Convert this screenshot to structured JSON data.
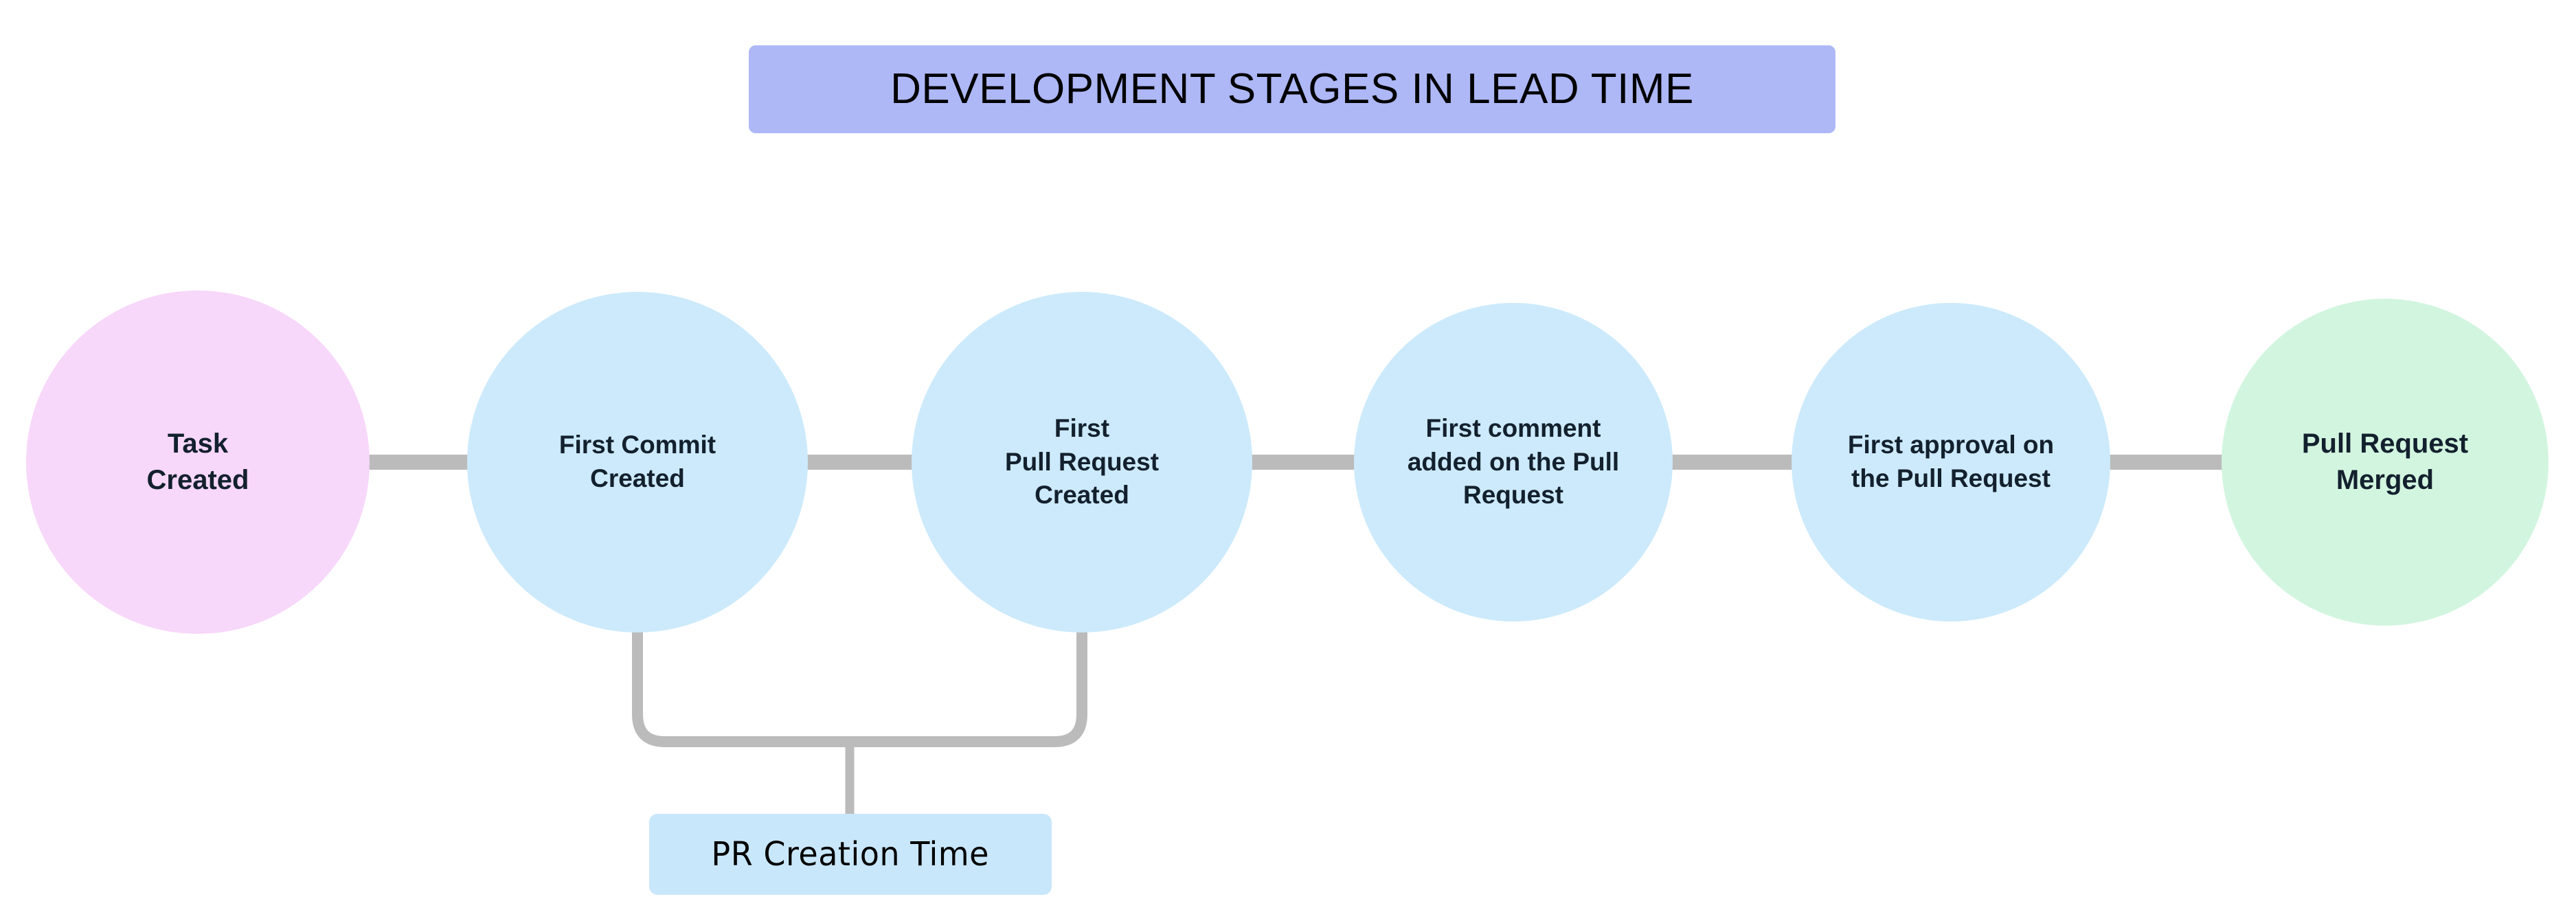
{
  "title": {
    "text": "DEVELOPMENT STAGES IN LEAD TIME",
    "background_color": "#AEB8F7",
    "text_color": "#000000"
  },
  "colors": {
    "canvas": "#FFFFFF",
    "start_node": "#F7D7FA",
    "middle_node": "#CCEAFB",
    "end_node": "#D2F5DF",
    "connector": "#BBBBBB",
    "node_text": "#13202E",
    "annotation_background": "#C9E7FB",
    "annotation_text": "#000000"
  },
  "diagram": {
    "type": "linear-flow",
    "orientation": "horizontal",
    "nodes": [
      {
        "id": "task-created",
        "label": "Task\nCreated",
        "shape": "circle",
        "color": "#F7D7FA"
      },
      {
        "id": "first-commit",
        "label": "First Commit\nCreated",
        "shape": "circle",
        "color": "#CCEAFB"
      },
      {
        "id": "first-pull-request",
        "label": "First\nPull Request\nCreated",
        "shape": "circle",
        "color": "#CCEAFB"
      },
      {
        "id": "first-comment",
        "label": "First comment\nadded on the Pull\nRequest",
        "shape": "circle",
        "color": "#CCEAFB"
      },
      {
        "id": "first-approval",
        "label": "First approval on\nthe Pull Request",
        "shape": "circle",
        "color": "#CCEAFB"
      },
      {
        "id": "pull-request-merged",
        "label": "Pull Request\nMerged",
        "shape": "circle",
        "color": "#D2F5DF"
      }
    ],
    "edges": [
      {
        "from": "task-created",
        "to": "first-commit",
        "style": "solid"
      },
      {
        "from": "first-commit",
        "to": "first-pull-request",
        "style": "solid"
      },
      {
        "from": "first-pull-request",
        "to": "first-comment",
        "style": "solid"
      },
      {
        "from": "first-comment",
        "to": "first-approval",
        "style": "solid"
      },
      {
        "from": "first-approval",
        "to": "pull-request-merged",
        "style": "solid"
      }
    ],
    "annotations": [
      {
        "id": "pr-creation-time",
        "label": "PR Creation Time",
        "spans_from": "first-commit",
        "spans_to": "first-pull-request",
        "style": "bracket-below"
      }
    ]
  }
}
